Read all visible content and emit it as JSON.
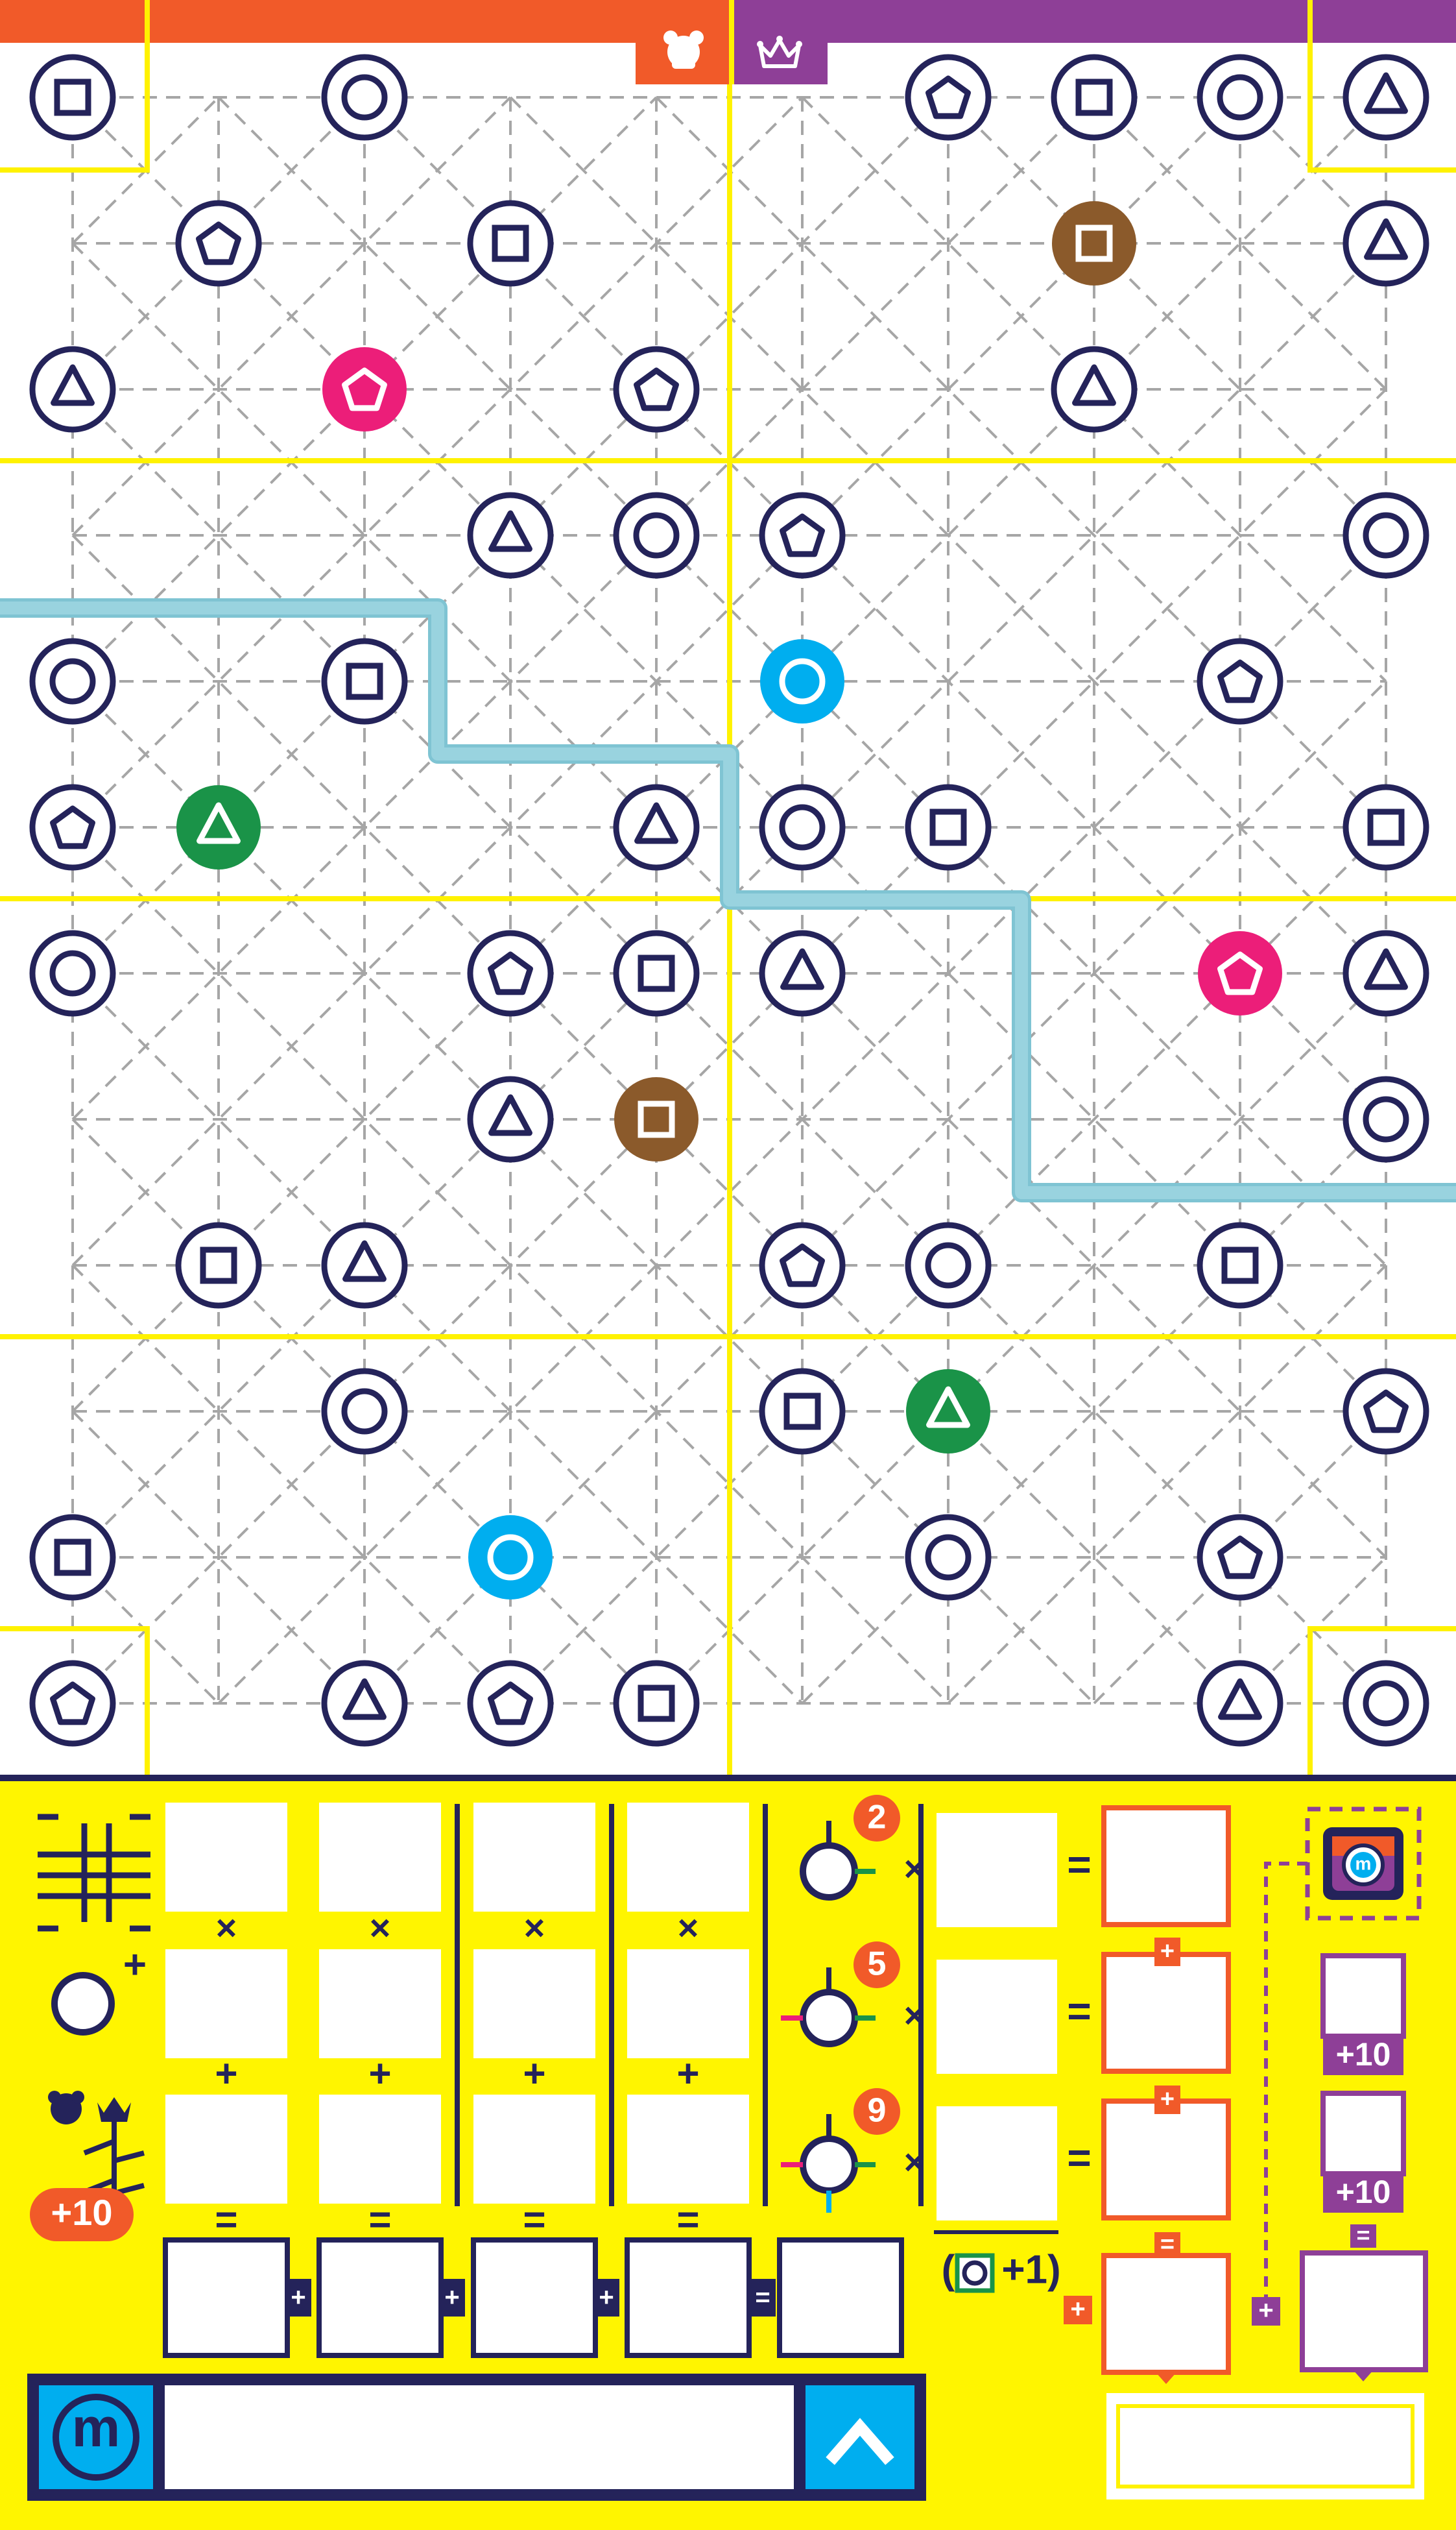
{
  "colors": {
    "navy": "#24235a",
    "orange": "#f15a29",
    "purple": "#8e3f97",
    "yellow": "#fff200",
    "grid_line": "#a6a6a6",
    "river": "#99d3df",
    "pink": "#ec1e79",
    "green": "#1a9348",
    "brown": "#8b5a2b",
    "cyan": "#00aeef",
    "sheet_yellow": "#fff500"
  },
  "tabs": [
    {
      "name": "bear-tab",
      "color": "#f15a29",
      "icon": "bear-icon"
    },
    {
      "name": "crown-tab",
      "color": "#8e3f97",
      "icon": "crown-icon"
    }
  ],
  "stations": [
    [
      0,
      0,
      "square"
    ],
    [
      2,
      0,
      "circle"
    ],
    [
      6,
      0,
      "pentagon"
    ],
    [
      7,
      0,
      "square"
    ],
    [
      8,
      0,
      "circle"
    ],
    [
      9,
      0,
      "triangle"
    ],
    [
      1,
      1,
      "pentagon"
    ],
    [
      3,
      1,
      "square"
    ],
    [
      7,
      1,
      "square",
      "brown"
    ],
    [
      9,
      1,
      "triangle"
    ],
    [
      0,
      2,
      "triangle"
    ],
    [
      2,
      2,
      "pentagon",
      "pink"
    ],
    [
      4,
      2,
      "pentagon"
    ],
    [
      7,
      2,
      "triangle"
    ],
    [
      3,
      3,
      "triangle"
    ],
    [
      4,
      3,
      "circle"
    ],
    [
      5,
      3,
      "pentagon"
    ],
    [
      9,
      3,
      "circle"
    ],
    [
      0,
      4,
      "circle"
    ],
    [
      2,
      4,
      "square"
    ],
    [
      5,
      4,
      "circle",
      "cyan"
    ],
    [
      8,
      4,
      "pentagon"
    ],
    [
      0,
      5,
      "pentagon"
    ],
    [
      1,
      5,
      "triangle",
      "green"
    ],
    [
      4,
      5,
      "triangle"
    ],
    [
      5,
      5,
      "circle"
    ],
    [
      6,
      5,
      "square"
    ],
    [
      9,
      5,
      "square"
    ],
    [
      0,
      6,
      "circle"
    ],
    [
      3,
      6,
      "pentagon"
    ],
    [
      4,
      6,
      "square"
    ],
    [
      5,
      6,
      "triangle"
    ],
    [
      8,
      6,
      "pentagon",
      "pink"
    ],
    [
      9,
      6,
      "triangle"
    ],
    [
      3,
      7,
      "triangle"
    ],
    [
      4,
      7,
      "square",
      "brown"
    ],
    [
      9,
      7,
      "circle"
    ],
    [
      1,
      8,
      "square"
    ],
    [
      2,
      8,
      "triangle"
    ],
    [
      5,
      8,
      "pentagon"
    ],
    [
      6,
      8,
      "circle"
    ],
    [
      8,
      8,
      "square"
    ],
    [
      2,
      9,
      "circle"
    ],
    [
      5,
      9,
      "square"
    ],
    [
      6,
      9,
      "triangle",
      "green"
    ],
    [
      9,
      9,
      "pentagon"
    ],
    [
      0,
      10,
      "square"
    ],
    [
      3,
      10,
      "circle",
      "cyan"
    ],
    [
      6,
      10,
      "circle"
    ],
    [
      8,
      10,
      "pentagon"
    ],
    [
      0,
      11,
      "pentagon"
    ],
    [
      2,
      11,
      "triangle"
    ],
    [
      3,
      11,
      "pentagon"
    ],
    [
      4,
      11,
      "square"
    ],
    [
      8,
      11,
      "triangle"
    ],
    [
      9,
      11,
      "circle"
    ]
  ],
  "scoresheet": {
    "ops": {
      "times": "×",
      "plus": "+",
      "equals": "="
    },
    "bonus_label": "+10",
    "multipliers": [
      "2",
      "5",
      "9"
    ],
    "tourist_label": "(",
    "tourist_plus": "+1)",
    "side_bonus": [
      "+10",
      "+10"
    ],
    "logo_letter": "m"
  }
}
